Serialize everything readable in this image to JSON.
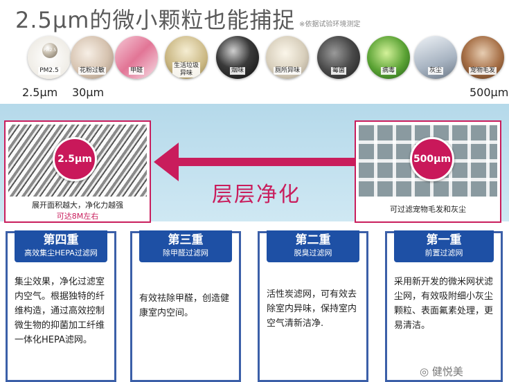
{
  "header": {
    "title": "2.5μm的微小颗粒也能捕捉",
    "note": "※依据试验环境测定"
  },
  "particles": [
    {
      "label": "PM2.5",
      "icon": "pm25-particle-icon"
    },
    {
      "label": "花粉过敏",
      "icon": "pollen-icon"
    },
    {
      "label": "甲醛",
      "icon": "formaldehyde-icon"
    },
    {
      "label": "生活垃圾\n异味",
      "icon": "garbage-odor-icon"
    },
    {
      "label": "烟味",
      "icon": "smoke-icon"
    },
    {
      "label": "厕所异味",
      "icon": "toilet-odor-icon"
    },
    {
      "label": "霉菌",
      "icon": "mold-icon"
    },
    {
      "label": "病毒",
      "icon": "virus-icon"
    },
    {
      "label": "灰尘",
      "icon": "dust-icon"
    },
    {
      "label": "宠物毛发",
      "icon": "pet-hair-icon"
    }
  ],
  "particle_icon_text": "PM2.5",
  "sizes": {
    "s1": "2.5μm",
    "s2": "30μm",
    "s3": "500μm"
  },
  "fine_mesh": {
    "badge": "2.5μm",
    "caption1": "展开面积越大，净化力越强",
    "caption2": "可达8M左右"
  },
  "coarse_mesh": {
    "badge": "500μm",
    "caption": "可过滤宠物毛发和灰尘"
  },
  "process_label": "层层净化",
  "stages": [
    {
      "title": "第四重",
      "subtitle": "高效集尘HEPA过滤网",
      "body": "集尘效果，净化过滤室内空气。根据独特的纤维构造，通过高效控制微生物的抑菌加工纤维一体化HEPA滤网。"
    },
    {
      "title": "第三重",
      "subtitle": "除甲醛过滤网",
      "body": "有效祛除甲醛，创造健康室内空间。"
    },
    {
      "title": "第二重",
      "subtitle": "脱臭过滤网",
      "body": "活性炭滤网，可有效去除室内异味，保持室内空气清新洁净."
    },
    {
      "title": "第一重",
      "subtitle": "前置过滤网",
      "body": "采用新开发的微米网状滤尘网，有效吸附细小灰尘颗粒、表面氟素处理，更易清洁。"
    }
  ],
  "watermark": "健悦美",
  "colors": {
    "accent": "#c91d5c",
    "stage_blue": "#1e50a5",
    "band": "#b5d9ea"
  }
}
